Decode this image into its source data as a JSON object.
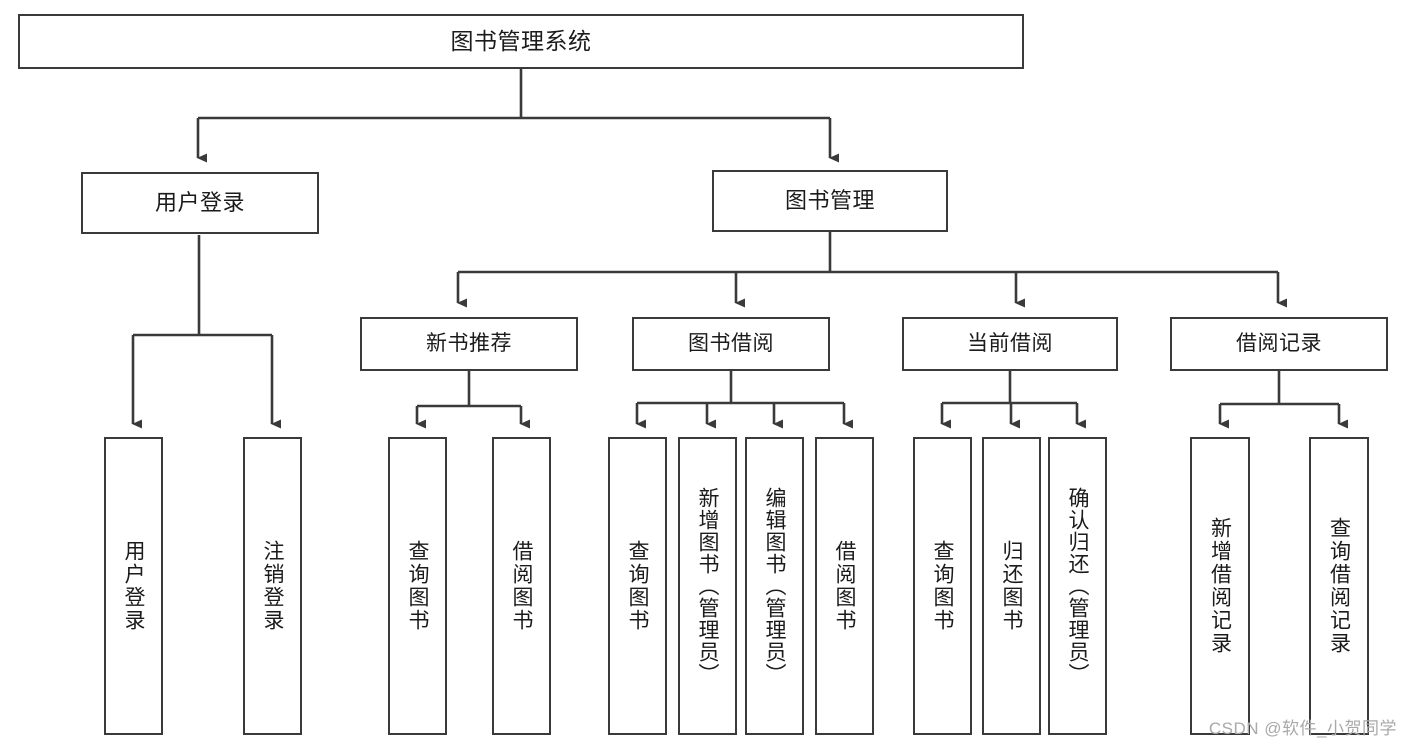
{
  "diagram": {
    "title": "图书管理系统",
    "type": "tree-hierarchy",
    "orientation": "top-down",
    "colors": {
      "node_border": "#3a3a3a",
      "node_fill": "#ffffff",
      "edge": "#3a3a3a",
      "text": "#1b1b1b",
      "watermark": "#a9a9a9",
      "background": "#ffffff"
    },
    "root": {
      "id": "root",
      "label": "图书管理系统"
    },
    "level1": [
      {
        "id": "user-login",
        "label": "用户登录"
      },
      {
        "id": "book-management",
        "label": "图书管理"
      }
    ],
    "level2": [
      {
        "id": "new-book-recommend",
        "label": "新书推荐",
        "parent": "book-management"
      },
      {
        "id": "book-borrow",
        "label": "图书借阅",
        "parent": "book-management"
      },
      {
        "id": "current-borrow",
        "label": "当前借阅",
        "parent": "book-management"
      },
      {
        "id": "borrow-record",
        "label": "借阅记录",
        "parent": "book-management"
      }
    ],
    "leaves": [
      {
        "id": "leaf-user-login",
        "label": "用户登录",
        "parent": "user-login"
      },
      {
        "id": "leaf-logout",
        "label": "注销登录",
        "parent": "user-login"
      },
      {
        "id": "leaf-query-book-1",
        "label": "查询图书",
        "parent": "new-book-recommend"
      },
      {
        "id": "leaf-borrow-book-1",
        "label": "借阅图书",
        "parent": "new-book-recommend"
      },
      {
        "id": "leaf-query-book-2",
        "label": "查询图书",
        "parent": "book-borrow"
      },
      {
        "id": "leaf-add-book",
        "label": "新增图书（管理员）",
        "parent": "book-borrow"
      },
      {
        "id": "leaf-edit-book",
        "label": "编辑图书（管理员）",
        "parent": "book-borrow"
      },
      {
        "id": "leaf-borrow-book-2",
        "label": "借阅图书",
        "parent": "book-borrow"
      },
      {
        "id": "leaf-query-book-3",
        "label": "查询图书",
        "parent": "current-borrow"
      },
      {
        "id": "leaf-return-book",
        "label": "归还图书",
        "parent": "current-borrow"
      },
      {
        "id": "leaf-confirm-return",
        "label": "确认归还（管理员）",
        "parent": "current-borrow"
      },
      {
        "id": "leaf-add-record",
        "label": "新增借阅记录",
        "parent": "borrow-record"
      },
      {
        "id": "leaf-query-record",
        "label": "查询借阅记录",
        "parent": "borrow-record"
      }
    ],
    "watermark": "CSDN @软件_小贺同学"
  }
}
